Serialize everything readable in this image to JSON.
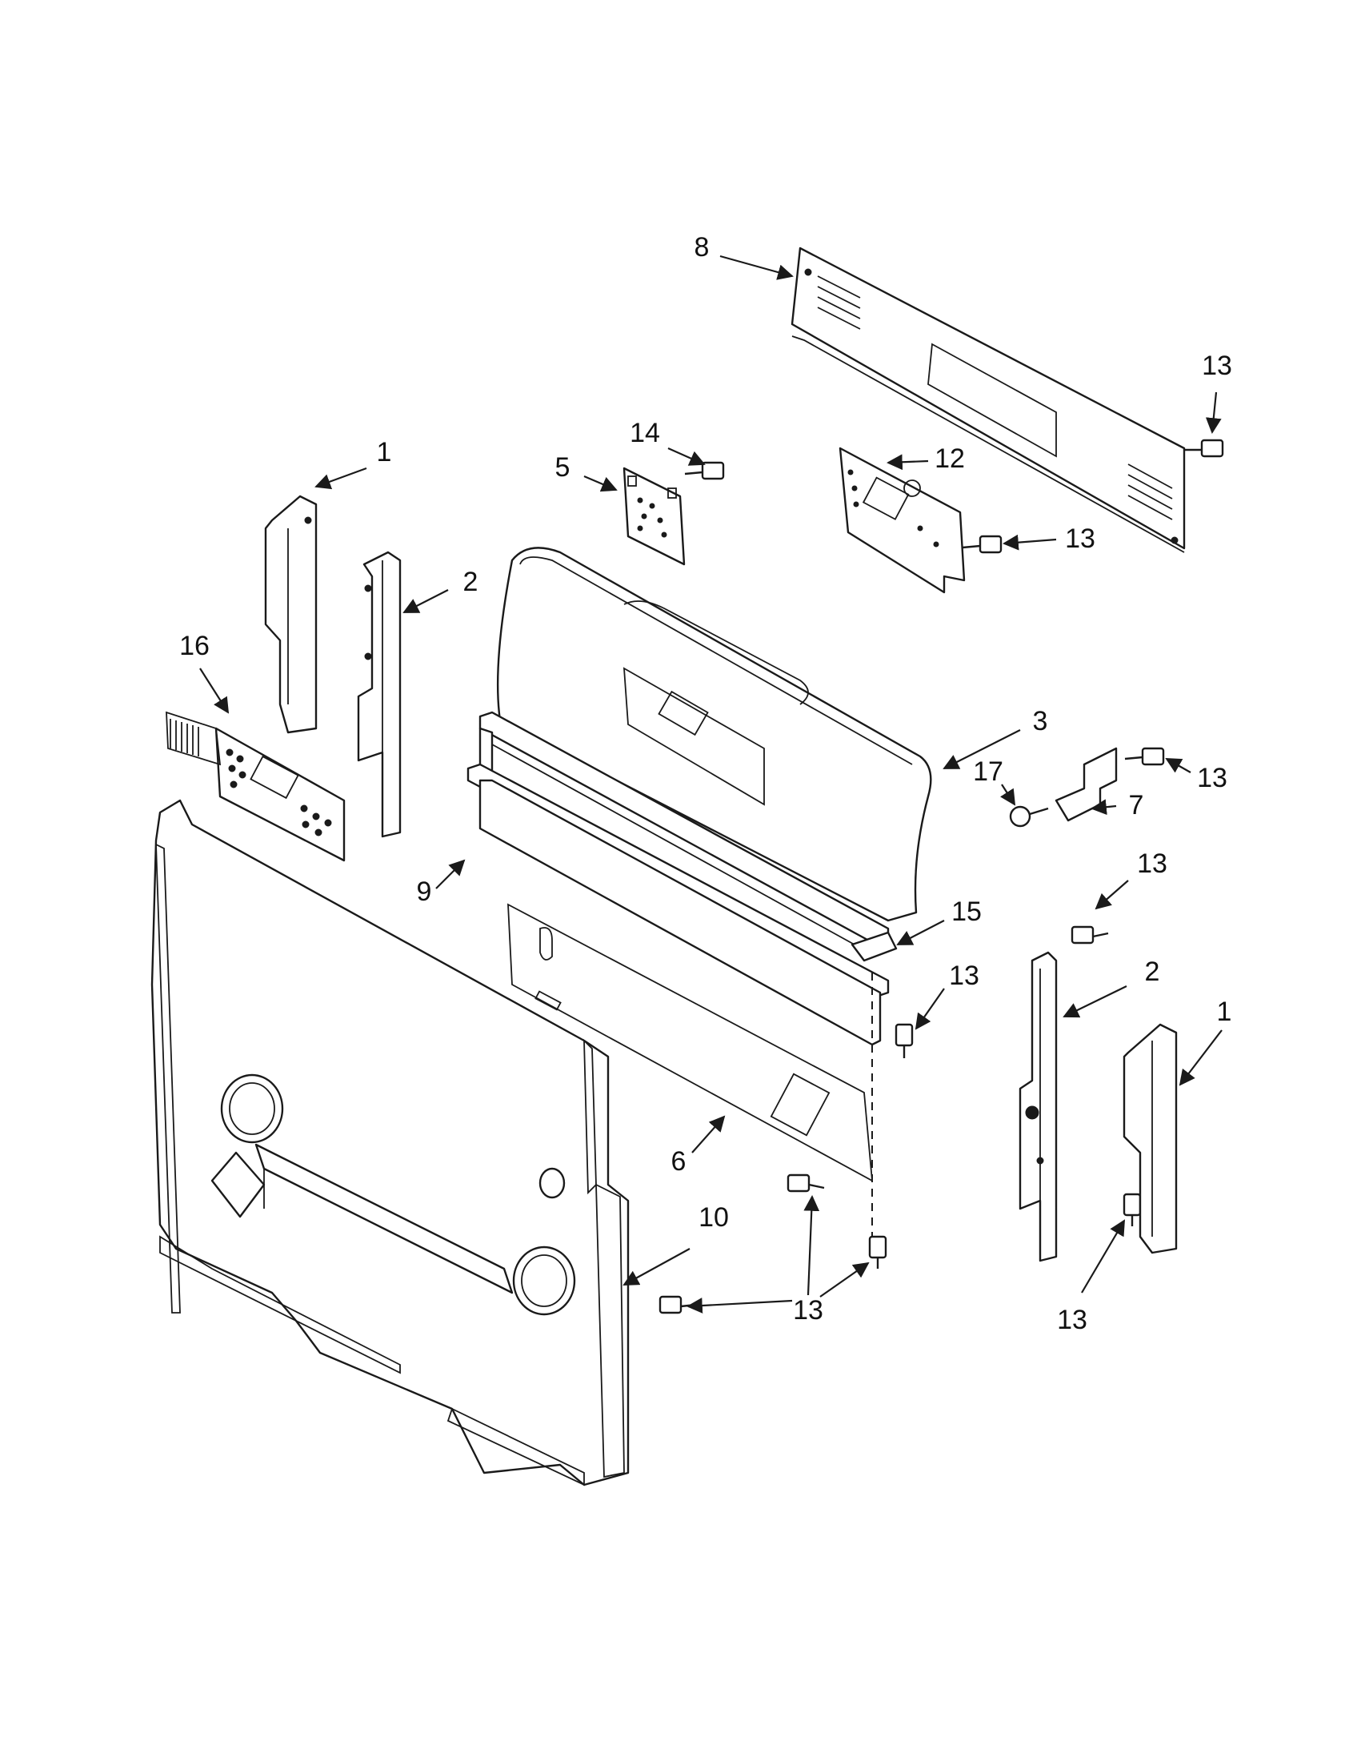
{
  "callouts": {
    "c8": "8",
    "c13a": "13",
    "c14": "14",
    "c5": "5",
    "c12": "12",
    "c13b": "13",
    "c1a": "1",
    "c2a": "2",
    "c16": "16",
    "c3": "3",
    "c13c": "13",
    "c17": "17",
    "c7": "7",
    "c9": "9",
    "c13d": "13",
    "c15": "15",
    "c13e": "13",
    "c2b": "2",
    "c1b": "1",
    "c6": "6",
    "c10": "10",
    "c13f": "13",
    "c13g": "13"
  },
  "colors": {
    "line": "#1a1a1a",
    "background": "#ffffff"
  }
}
